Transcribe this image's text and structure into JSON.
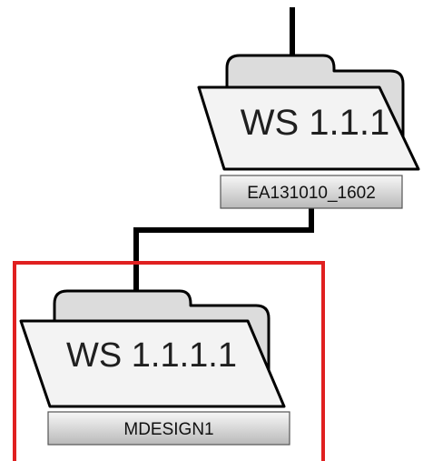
{
  "nodes": [
    {
      "folder_label": "WS 1.1.1",
      "tag_label": "EA131010_1602",
      "selected": false
    },
    {
      "folder_label": "WS 1.1.1.1",
      "tag_label": "MDESIGN1",
      "selected": true
    }
  ],
  "colors": {
    "selection_border": "#e02020",
    "connector": "#000000",
    "folder_fill": "#f3f3f3",
    "folder_back": "#dcdcdc",
    "tag_gradient_top": "#f7f7f7",
    "tag_gradient_bottom": "#b9b9b9"
  },
  "icons": [
    "folder-icon",
    "folder-icon"
  ]
}
